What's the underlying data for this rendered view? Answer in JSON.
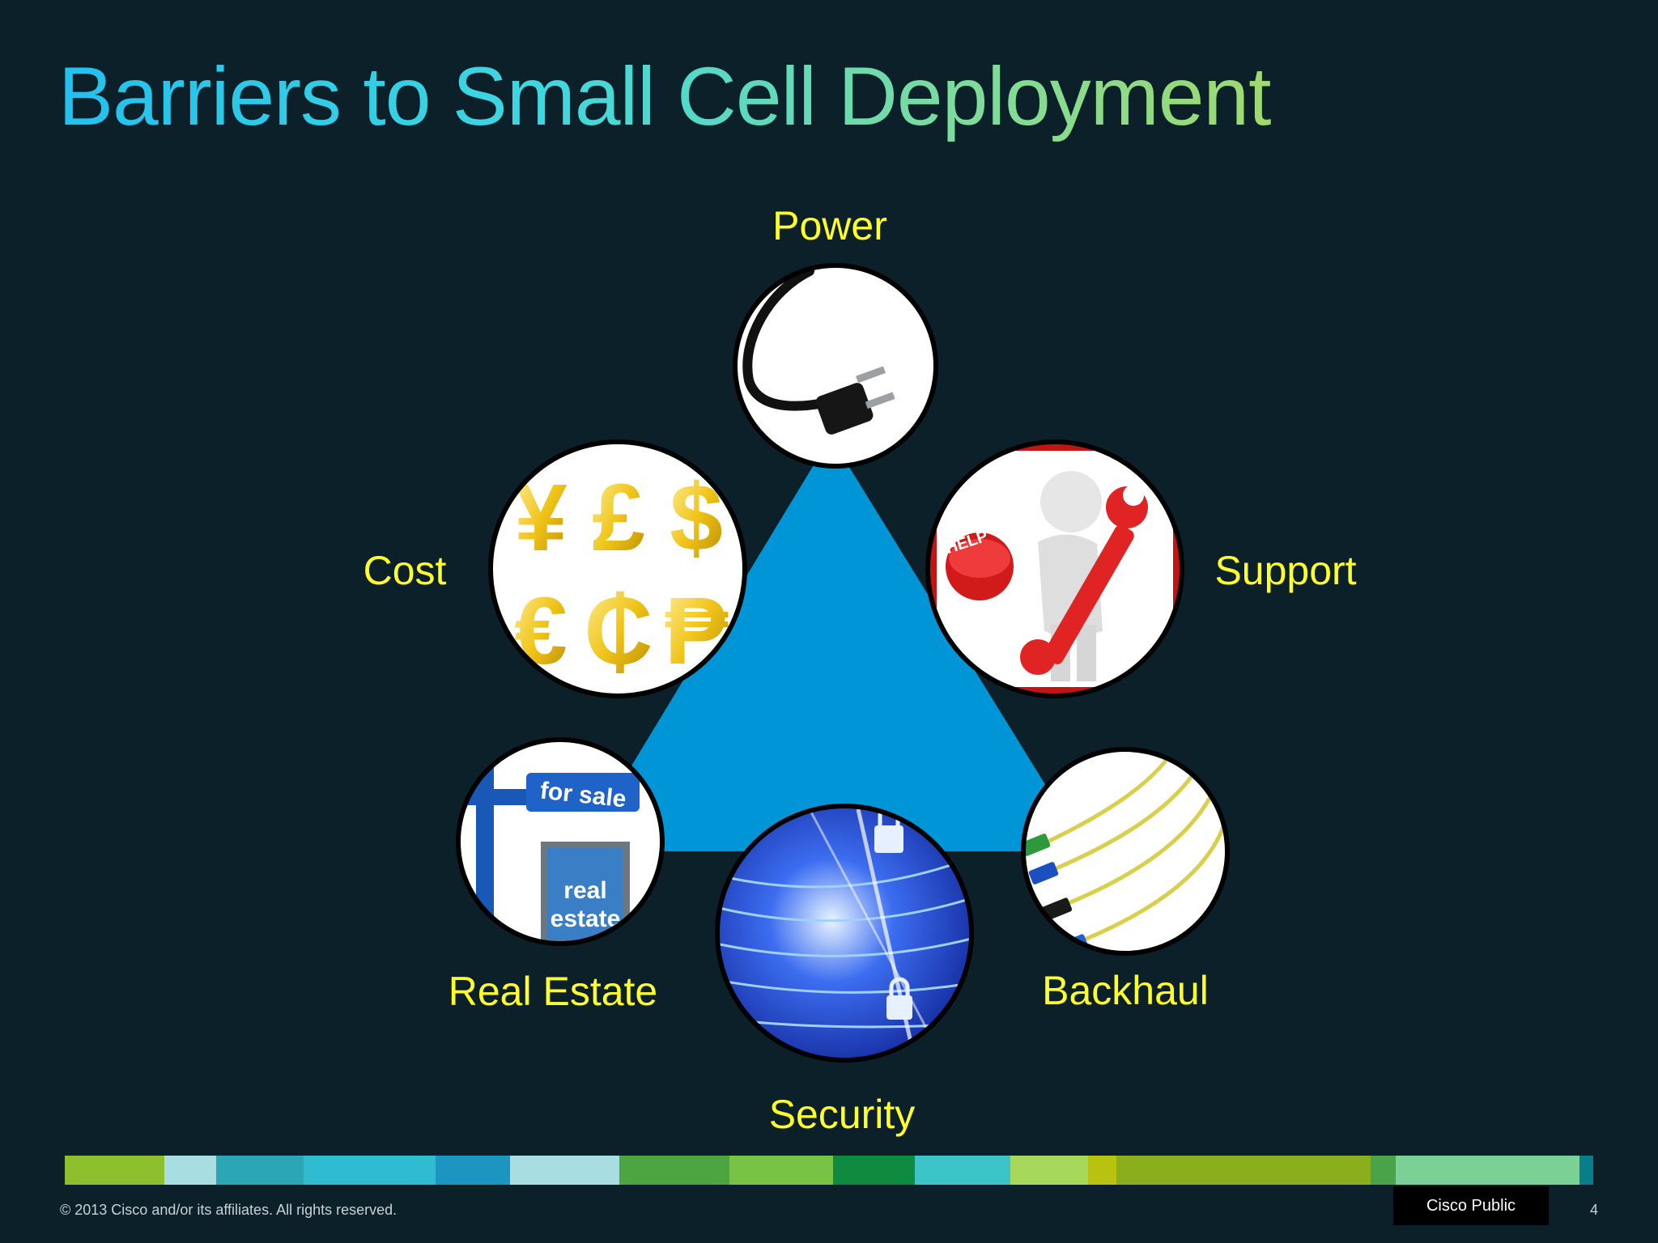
{
  "slide": {
    "title": "Barriers to Small Cell Deployment",
    "accent_color": "#0095d6",
    "label_color": "#ffff2a"
  },
  "barriers": [
    {
      "label": "Power",
      "icon": "power-plug-icon"
    },
    {
      "label": "Cost",
      "icon": "currency-symbols-icon",
      "symbols": [
        "¥",
        "£",
        "$",
        "€",
        "₵",
        "₱"
      ]
    },
    {
      "label": "Support",
      "icon": "support-wrench-icon",
      "badge": "HELP"
    },
    {
      "label": "Real Estate",
      "icon": "for-sale-sign-icon",
      "sign_top": "for sale",
      "sign_bottom": [
        "real",
        "estate"
      ]
    },
    {
      "label": "Security",
      "icon": "security-padlock-icon"
    },
    {
      "label": "Backhaul",
      "icon": "fiber-optic-cable-icon"
    }
  ],
  "footer": {
    "copyright": "© 2013 Cisco and/or its affiliates. All rights reserved.",
    "classification": "Cisco Public",
    "page_number": "4",
    "color_bar": [
      "#8cbf2b",
      "#a8dee2",
      "#2ba6b4",
      "#2fbbd0",
      "#1c96c0",
      "#a8dee2",
      "#4da542",
      "#78c346",
      "#108a40",
      "#3cc4c9",
      "#a6d85b",
      "#b9c20f",
      "#8aae1c",
      "#4aa348",
      "#7bd195",
      "#0a7d8c"
    ]
  }
}
